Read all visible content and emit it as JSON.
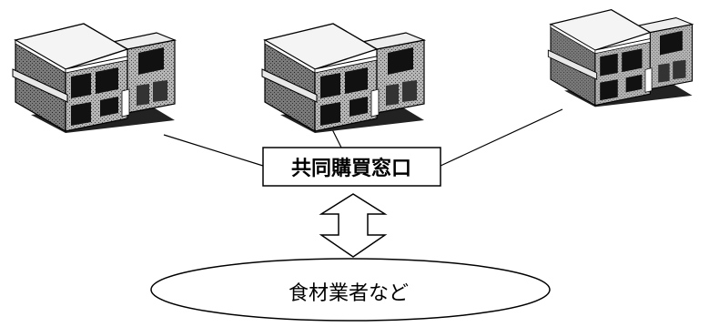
{
  "diagram": {
    "hub_label": "共同購買窓口",
    "supplier_label": "食材業者など",
    "buildings": [
      {
        "name": "building-left"
      },
      {
        "name": "building-center"
      },
      {
        "name": "building-right"
      }
    ]
  },
  "colors": {
    "ink": "#000000",
    "roof": "#f2f2f2",
    "wall_front": "#a9a9a9",
    "wall_side": "#6e6e6e",
    "window": "#111111",
    "box_fill": "#ffffff"
  }
}
